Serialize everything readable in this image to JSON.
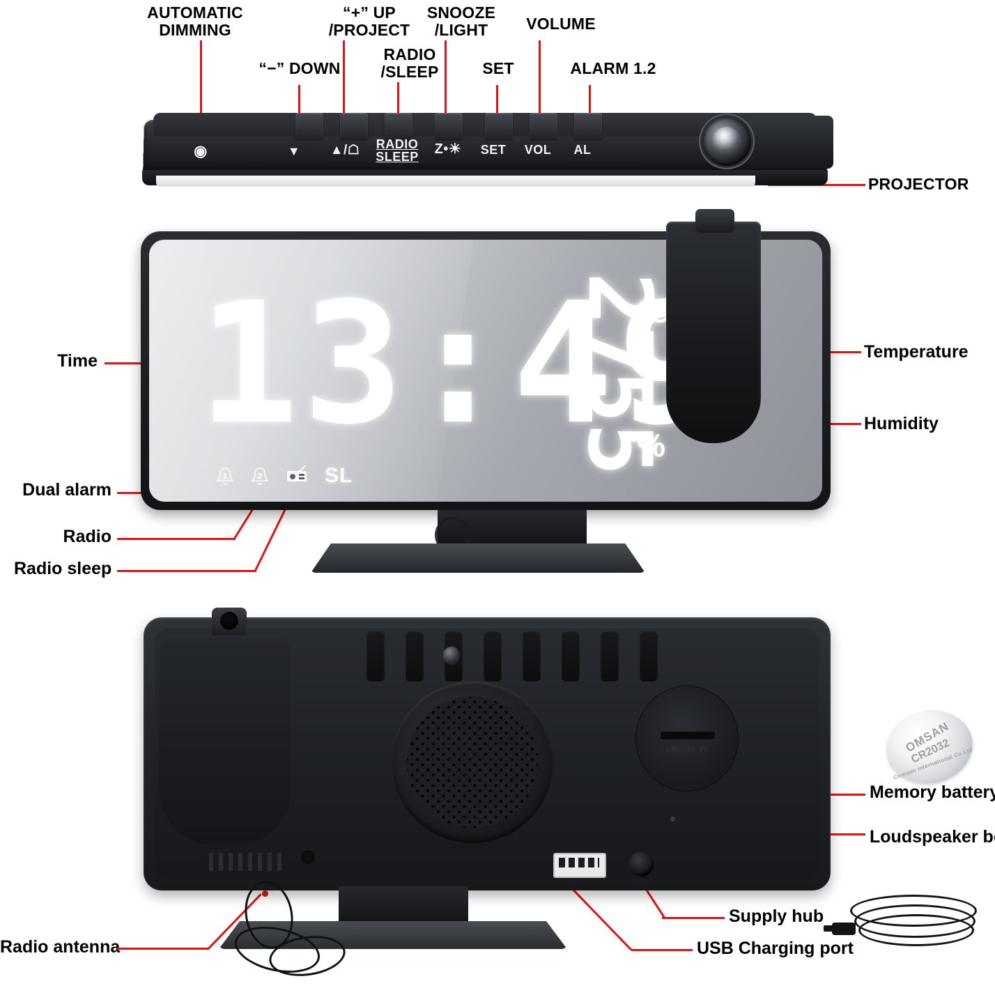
{
  "product": "projection alarm clock",
  "top_view": {
    "callouts": [
      {
        "id": "automatic-dimming",
        "text": "AUTOMATIC\nDIMMING"
      },
      {
        "id": "minus-down",
        "text": "“−” DOWN"
      },
      {
        "id": "plus-up-project",
        "text": "“+” UP\n/PROJECT"
      },
      {
        "id": "radio-sleep",
        "text": "RADIO\n/SLEEP"
      },
      {
        "id": "snooze-light",
        "text": "SNOOZE\n/LIGHT"
      },
      {
        "id": "set",
        "text": "SET"
      },
      {
        "id": "volume",
        "text": "VOLUME"
      },
      {
        "id": "alarm-1-2",
        "text": "ALARM 1.2"
      },
      {
        "id": "projector",
        "text": "PROJECTOR"
      }
    ],
    "keys": [
      {
        "id": "dimming",
        "label": "◉"
      },
      {
        "id": "down",
        "label": "▼"
      },
      {
        "id": "up-project",
        "label": "▲/☖"
      },
      {
        "id": "radio-sleep",
        "label": "RADIO\nSLEEP"
      },
      {
        "id": "snooze-light",
        "label": "Z•☀"
      },
      {
        "id": "set",
        "label": "SET"
      },
      {
        "id": "vol",
        "label": "VOL"
      },
      {
        "id": "al",
        "label": "AL"
      }
    ]
  },
  "front_view": {
    "display": {
      "time": "13:49",
      "temperature": "27",
      "temperature_unit": "℃",
      "humidity": "55",
      "humidity_unit": "%"
    },
    "indicators": [
      {
        "id": "alarm-1",
        "label": "1"
      },
      {
        "id": "alarm-2",
        "label": "2"
      },
      {
        "id": "radio",
        "label": ""
      },
      {
        "id": "radio-sleep",
        "label": "SL"
      }
    ],
    "callouts": [
      {
        "id": "time",
        "text": "Time"
      },
      {
        "id": "dual-alarm",
        "text": "Dual alarm"
      },
      {
        "id": "radio",
        "text": "Radio"
      },
      {
        "id": "radio-sleep",
        "text": "Radio sleep"
      },
      {
        "id": "temperature",
        "text": "Temperature"
      },
      {
        "id": "humidity",
        "text": "Humidity"
      }
    ]
  },
  "rear_view": {
    "callouts": [
      {
        "id": "memory-battery",
        "text": "Memory battery"
      },
      {
        "id": "loudspeaker-box",
        "text": "Loudspeaker box"
      },
      {
        "id": "supply-hub",
        "text": "Supply hub"
      },
      {
        "id": "usb-charging-port",
        "text": "USB Charging port"
      },
      {
        "id": "radio-antenna",
        "text": "Radio antenna"
      }
    ],
    "battery_cover_label": "CR2032 3V"
  },
  "accessories": {
    "battery": {
      "brand": "OMSAN",
      "model": "CR2032",
      "voltage": "3V",
      "sub": "Comsan international Co.Ltd"
    }
  },
  "colors": {
    "leader": "#e11313",
    "text": "#000000",
    "led": "#ffffff"
  }
}
